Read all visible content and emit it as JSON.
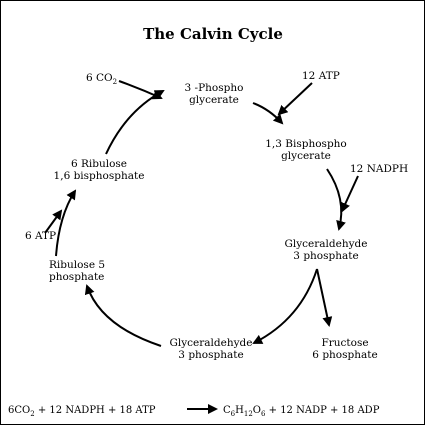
{
  "title": "The Calvin Cycle",
  "nodes": {
    "pga": [
      "3 -Phospho",
      "glycerate"
    ],
    "bpg": [
      "1,3 Bisphospho",
      "glycerate"
    ],
    "g3p_right": [
      "Glyceraldehyde",
      "3 phosphate"
    ],
    "fructose": [
      "Fructose",
      "6 phosphate"
    ],
    "g3p_bottom": [
      "Glyceraldehyde",
      "3 phosphate"
    ],
    "ribulose5": [
      "Ribulose 5",
      "phosphate"
    ],
    "rubp": [
      "6 Ribulose",
      "1,6 bisphosphate"
    ]
  },
  "inputs": {
    "co2": {
      "prefix": "6 CO",
      "sub": "2"
    },
    "atp12": "12 ATP",
    "nadph12": "12 NADPH",
    "atp6": "6 ATP"
  },
  "equation": {
    "left": {
      "a": "6CO",
      "a_sub": "2",
      "b": " + 12 NADPH + 18 ATP"
    },
    "right": {
      "c": "C",
      "c_sub1": "6",
      "h": "H",
      "h_sub": "12",
      "o": "O",
      "o_sub": "6",
      "rest": " + 12 NADP + 18 ADP"
    }
  }
}
